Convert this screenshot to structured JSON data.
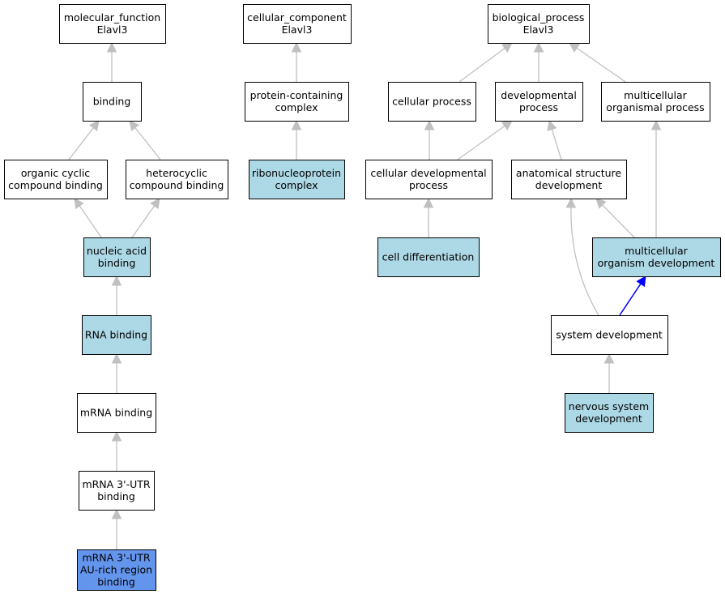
{
  "colors": {
    "default_fill": "#ffffff",
    "annotated_fill": "#add8e6",
    "focus_fill": "#6495ed",
    "edge": "#c0c0c0",
    "highlight_edge": "#0000ff",
    "border": "#000000"
  },
  "nodes": {
    "mf_root": {
      "lines": [
        "molecular_function",
        "Elavl3"
      ],
      "style": "default"
    },
    "binding": {
      "lines": [
        "binding"
      ],
      "style": "default"
    },
    "organic": {
      "lines": [
        "organic cyclic",
        "compound binding"
      ],
      "style": "default"
    },
    "hetero": {
      "lines": [
        "heterocyclic",
        "compound binding"
      ],
      "style": "default"
    },
    "nucleic": {
      "lines": [
        "nucleic acid",
        "binding"
      ],
      "style": "annotated"
    },
    "rna": {
      "lines": [
        "RNA binding"
      ],
      "style": "annotated"
    },
    "mrna": {
      "lines": [
        "mRNA binding"
      ],
      "style": "default"
    },
    "utr": {
      "lines": [
        "mRNA 3'-UTR",
        "binding"
      ],
      "style": "default"
    },
    "au": {
      "lines": [
        "mRNA 3'-UTR",
        "AU-rich region",
        "binding"
      ],
      "style": "focus"
    },
    "cc_root": {
      "lines": [
        "cellular_component",
        "Elavl3"
      ],
      "style": "default"
    },
    "protein": {
      "lines": [
        "protein-containing",
        "complex"
      ],
      "style": "default"
    },
    "ribo": {
      "lines": [
        "ribonucleoprotein",
        "complex"
      ],
      "style": "annotated"
    },
    "bp_root": {
      "lines": [
        "biological_process",
        "Elavl3"
      ],
      "style": "default"
    },
    "cellproc": {
      "lines": [
        "cellular process"
      ],
      "style": "default"
    },
    "devproc": {
      "lines": [
        "developmental",
        "process"
      ],
      "style": "default"
    },
    "multiproc": {
      "lines": [
        "multicellular",
        "organismal process"
      ],
      "style": "default"
    },
    "celldev": {
      "lines": [
        "cellular developmental",
        "process"
      ],
      "style": "default"
    },
    "anat": {
      "lines": [
        "anatomical structure",
        "development"
      ],
      "style": "default"
    },
    "celldiff": {
      "lines": [
        "cell differentiation"
      ],
      "style": "annotated"
    },
    "multidev": {
      "lines": [
        "multicellular",
        "organism development"
      ],
      "style": "annotated"
    },
    "sysdev": {
      "lines": [
        "system development"
      ],
      "style": "default"
    },
    "nervous": {
      "lines": [
        "nervous system",
        "development"
      ],
      "style": "annotated"
    }
  },
  "edges": [
    {
      "from": "binding",
      "to": "mf_root",
      "highlight": false
    },
    {
      "from": "organic",
      "to": "binding",
      "highlight": false
    },
    {
      "from": "hetero",
      "to": "binding",
      "highlight": false
    },
    {
      "from": "nucleic",
      "to": "organic",
      "highlight": false
    },
    {
      "from": "nucleic",
      "to": "hetero",
      "highlight": false
    },
    {
      "from": "rna",
      "to": "nucleic",
      "highlight": false
    },
    {
      "from": "mrna",
      "to": "rna",
      "highlight": false
    },
    {
      "from": "utr",
      "to": "mrna",
      "highlight": false
    },
    {
      "from": "au",
      "to": "utr",
      "highlight": false
    },
    {
      "from": "protein",
      "to": "cc_root",
      "highlight": false
    },
    {
      "from": "ribo",
      "to": "protein",
      "highlight": false
    },
    {
      "from": "cellproc",
      "to": "bp_root",
      "highlight": false
    },
    {
      "from": "devproc",
      "to": "bp_root",
      "highlight": false
    },
    {
      "from": "multiproc",
      "to": "bp_root",
      "highlight": false
    },
    {
      "from": "celldev",
      "to": "cellproc",
      "highlight": false
    },
    {
      "from": "celldev",
      "to": "devproc",
      "highlight": false
    },
    {
      "from": "anat",
      "to": "devproc",
      "highlight": false
    },
    {
      "from": "celldiff",
      "to": "celldev",
      "highlight": false
    },
    {
      "from": "multidev",
      "to": "anat",
      "highlight": false
    },
    {
      "from": "multidev",
      "to": "multiproc",
      "highlight": false
    },
    {
      "from": "sysdev",
      "to": "anat",
      "highlight": false
    },
    {
      "from": "sysdev",
      "to": "multidev",
      "highlight": true
    },
    {
      "from": "nervous",
      "to": "sysdev",
      "highlight": false
    }
  ]
}
